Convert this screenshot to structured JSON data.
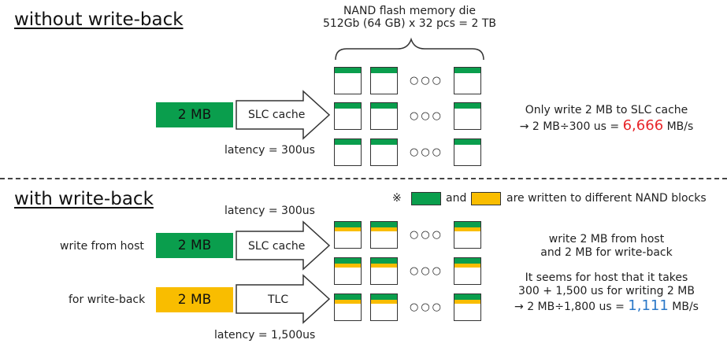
{
  "top": {
    "heading": "without write-back",
    "nand_title": "NAND flash memory die",
    "nand_subtitle": "512Gb (64 GB) x 32 pcs = 2 TB",
    "data_box": "2 MB",
    "arrow_label": "SLC cache",
    "latency": "latency = 300us",
    "note_line1": "Only write 2 MB to SLC cache",
    "note_line2_prefix": "→ 2 MB÷300 us = ",
    "note_line2_value": "6,666",
    "note_line2_suffix": " MB/s",
    "dots": "○○○"
  },
  "bottom": {
    "heading": "with write-back",
    "legend_mark": "※",
    "legend_and": "and",
    "legend_text": "are written to different NAND blocks",
    "latency_slc": "latency = 300us",
    "latency_tlc": "latency = 1,500us",
    "row1_label": "write from host",
    "row1_box": "2 MB",
    "row1_arrow": "SLC cache",
    "row2_label": "for write-back",
    "row2_box": "2 MB",
    "row2_arrow": "TLC",
    "note_line1": "write 2 MB from host",
    "note_line2": "and 2 MB for write-back",
    "note_line3": "It seems for host that it takes",
    "note_line4": "300 + 1,500 us for writing 2 MB",
    "note_line5_prefix": "→ 2 MB÷1,800 us = ",
    "note_line5_value": "1,111",
    "note_line5_suffix": " MB/s",
    "dots": "○○○"
  },
  "colors": {
    "green": "#0a9e4d",
    "orange": "#f9bd00",
    "red": "#e8262a",
    "blue": "#2a78c8"
  }
}
